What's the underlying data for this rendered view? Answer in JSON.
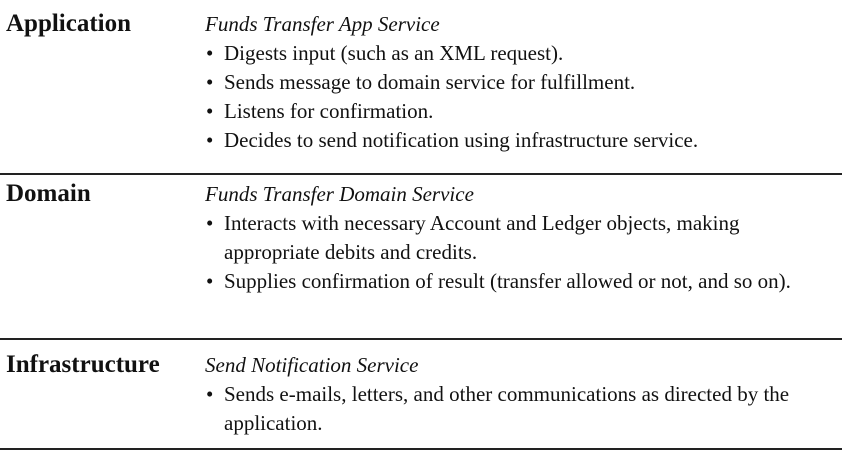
{
  "rows": [
    {
      "layer": "Application",
      "service": "Funds Transfer App Service",
      "bullets": [
        "Digests input (such as an XML request).",
        "Sends message to domain service for fulfillment.",
        "Listens for confirmation.",
        "Decides to send notification using infrastructure service."
      ]
    },
    {
      "layer": "Domain",
      "service": "Funds Transfer Domain Service",
      "bullets": [
        "Interacts with necessary Account and Ledger objects, making appropriate debits and credits.",
        "Supplies confirmation of result (transfer allowed or not, and so on)."
      ]
    },
    {
      "layer": "Infrastructure",
      "service": "Send Notification Service",
      "bullets": [
        "Sends e-mails, letters, and other communications as directed by the application."
      ]
    }
  ]
}
